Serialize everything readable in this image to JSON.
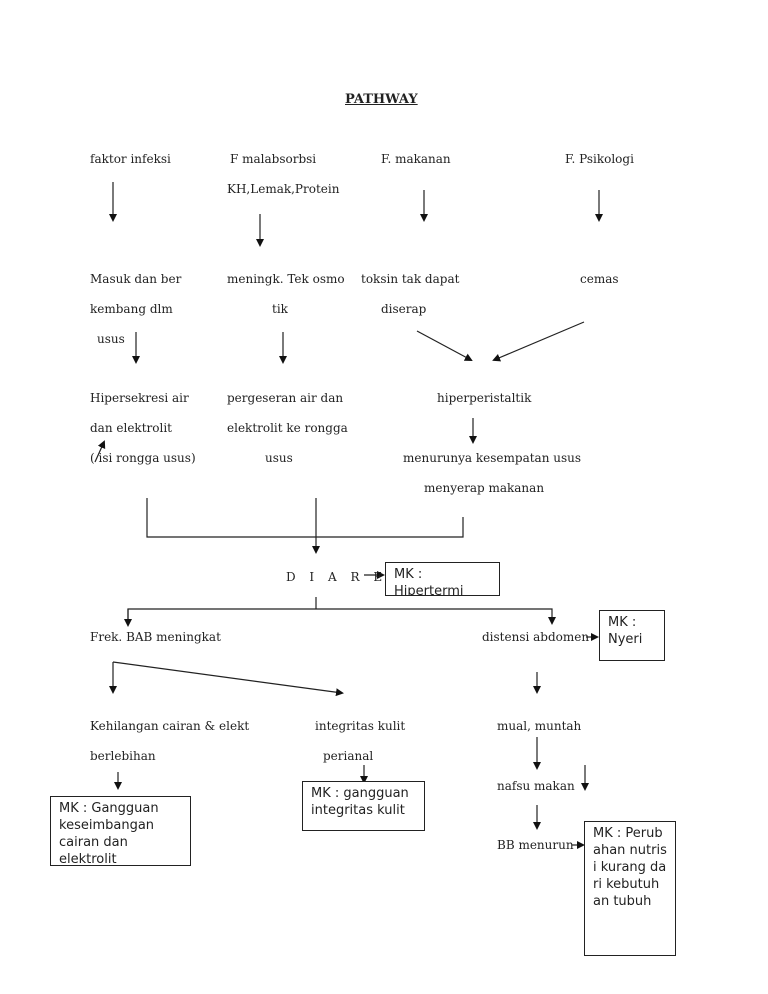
{
  "title": "PATHWAY",
  "causes": {
    "infeksi": "faktor infeksi",
    "malabsorbsi_1": "F malabsorbsi",
    "malabsorbsi_2": "KH,Lemak,Protein",
    "makanan": "F. makanan",
    "psikologi": "F. Psikologi"
  },
  "level2": {
    "masuk_1": "Masuk dan ber",
    "masuk_2": "kembang dlm",
    "masuk_3": "usus",
    "osmo_1": "meningk. Tek osmo",
    "osmo_2": "tik",
    "toksin_1": "toksin tak dapat",
    "toksin_2": "diserap",
    "cemas": "cemas"
  },
  "level3": {
    "hiper_1": "Hipersekresi air",
    "hiper_2": "dan elektrolit",
    "hiper_3": "(   isi rongga usus)",
    "geser_1": "pergeseran air dan",
    "geser_2": "elektrolit ke rongga",
    "geser_3": "usus",
    "peristaltik": "hiperperistaltik",
    "menurun_1": "menurunya kesempatan usus",
    "menurun_2": "menyerap makanan"
  },
  "center": "D I A R E",
  "mk_hipertermi": "MK : Hipertermi",
  "left_branch": {
    "frek": "Frek. BAB meningkat",
    "kehilangan_1": "Kehilangan cairan & elekt",
    "kehilangan_2": "berlebihan",
    "integritas_1": "integritas kulit",
    "integritas_2": "perianal",
    "mk_cairan": "MK : Gangguan keseimbangan cairan dan elektrolit",
    "mk_kulit": "MK : gangguan integritas kulit"
  },
  "right_branch": {
    "distensi": "distensi abdomen",
    "mk_nyeri": "MK : Nyeri",
    "mual": "mual, muntah",
    "nafsu": "nafsu makan",
    "bb": "BB menurun",
    "mk_nutrisi": "MK : Perubahan nutrisi kurang dari kebutuhan tubuh"
  }
}
